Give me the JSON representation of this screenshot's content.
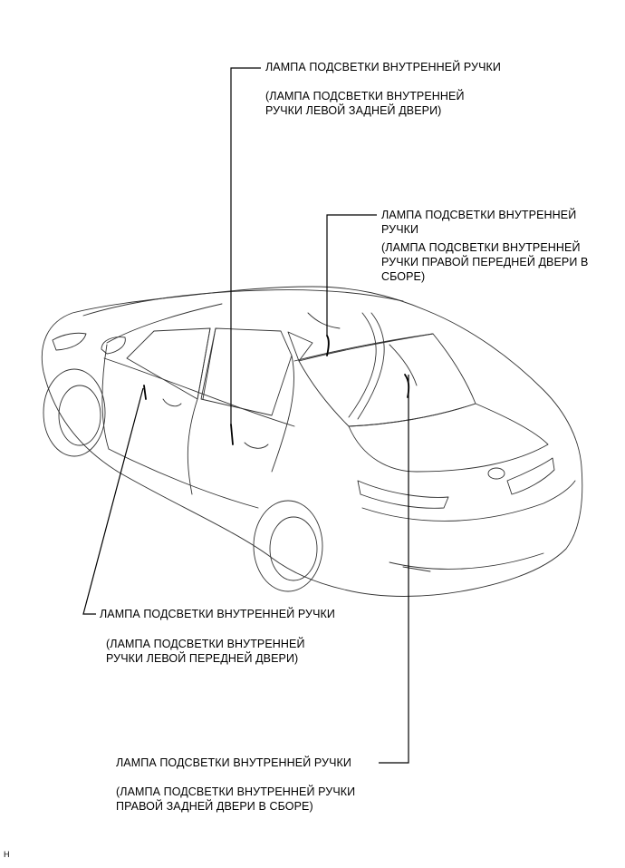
{
  "callouts": {
    "rear_left": {
      "title": "ЛАМПА ПОДСВЕТКИ ВНУТРЕННЕЙ РУЧКИ",
      "detail_line1": "(ЛАМПА ПОДСВЕТКИ ВНУТРЕННЕЙ",
      "detail_line2": "РУЧКИ ЛЕВОЙ ЗАДНЕЙ ДВЕРИ)"
    },
    "front_right": {
      "title_line1": "ЛАМПА ПОДСВЕТКИ ВНУТРЕННЕЙ",
      "title_line2": "РУЧКИ",
      "detail_line1": "(ЛАМПА ПОДСВЕТКИ ВНУТРЕННЕЙ",
      "detail_line2": "РУЧКИ ПРАВОЙ ПЕРЕДНЕЙ ДВЕРИ В",
      "detail_line3": "СБОРЕ)"
    },
    "front_left": {
      "title": "ЛАМПА ПОДСВЕТКИ ВНУТРЕННЕЙ РУЧКИ",
      "detail_line1": "(ЛАМПА ПОДСВЕТКИ ВНУТРЕННЕЙ",
      "detail_line2": "РУЧКИ ЛЕВОЙ ПЕРЕДНЕЙ ДВЕРИ)"
    },
    "rear_right": {
      "title": "ЛАМПА ПОДСВЕТКИ ВНУТРЕННЕЙ РУЧКИ",
      "detail_line1": "(ЛАМПА ПОДСВЕТКИ ВНУТРЕННЕЙ РУЧКИ",
      "detail_line2": "ПРАВОЙ ЗАДНЕЙ ДВЕРИ В СБОРЕ)"
    }
  },
  "footer": {
    "code": "H"
  }
}
